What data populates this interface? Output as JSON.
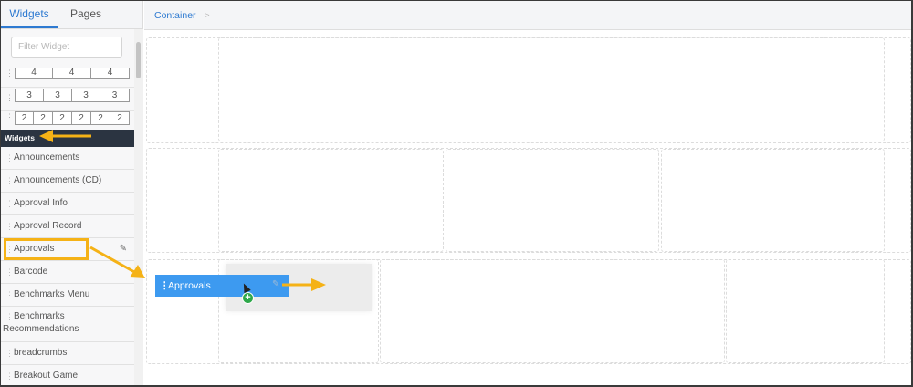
{
  "sidebar": {
    "tabs": [
      {
        "label": "Widgets",
        "active": true
      },
      {
        "label": "Pages",
        "active": false
      }
    ],
    "filter_placeholder": "Filter Widget",
    "layouts": [
      {
        "columns": [
          "4",
          "4",
          "4"
        ]
      },
      {
        "columns": [
          "3",
          "3",
          "3",
          "3"
        ]
      },
      {
        "columns": [
          "2",
          "2",
          "2",
          "2",
          "2",
          "2"
        ]
      }
    ],
    "section_header": "Widgets",
    "widgets": [
      {
        "label": "Announcements"
      },
      {
        "label": "Announcements (CD)"
      },
      {
        "label": "Approval Info"
      },
      {
        "label": "Approval Record"
      },
      {
        "label": "Approvals",
        "highlighted": true
      },
      {
        "label": "Barcode"
      },
      {
        "label": "Benchmarks Menu"
      },
      {
        "label": "Benchmarks",
        "label2": "Recommendations"
      },
      {
        "label": "breadcrumbs"
      },
      {
        "label": "Breakout Game"
      }
    ]
  },
  "main": {
    "breadcrumb": {
      "label": "Container",
      "separator": ">"
    }
  },
  "drag": {
    "label": "Approvals",
    "plus": "+"
  },
  "colors": {
    "accent": "#2e7ad1",
    "drag_chip": "#3d9af0",
    "annotation": "#f5b216",
    "section_header_bg": "#2b3441",
    "plus_badge": "#2ea84a"
  }
}
